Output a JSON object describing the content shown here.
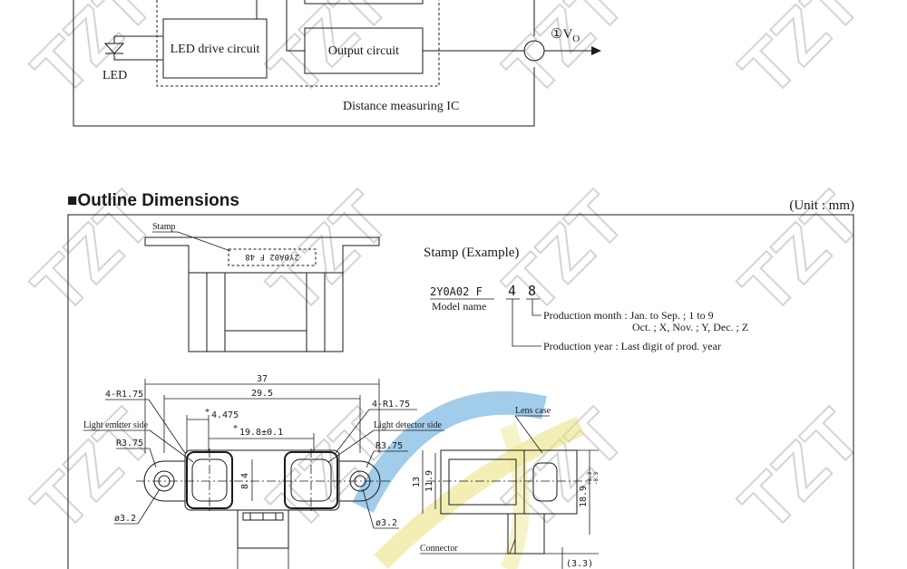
{
  "watermark": "TZT",
  "block_diagram": {
    "led_label": "LED",
    "led_drive_label": "LED drive circuit",
    "output_circuit_label": "Output circuit",
    "output_terminal_label": "①V",
    "output_terminal_sub": "O",
    "ic_label": "Distance measuring IC"
  },
  "section": {
    "title": "■Outline Dimensions",
    "unit": "(Unit : mm)"
  },
  "stamp_example": {
    "callout": "Stamp",
    "stamp_text": "2Y0A02 F 48",
    "title": "Stamp (Example)",
    "code": "2Y0A02 F",
    "year_digit": "4",
    "month_digit": "8",
    "model_name_label": "Model name",
    "production_month_line1": "Production month : Jan. to Sep. ; 1 to 9",
    "production_month_line2": "Oct. ; X, Nov. ; Y, Dec. ; Z",
    "production_year_label": "Production year : Last digit of prod. year"
  },
  "dimensions": {
    "overall_width": "37",
    "hole_spacing": "29.5",
    "offset": "4.475",
    "lens_spacing": "19.8±0.1",
    "corner_radius_left": "4-R1.75",
    "corner_radius_right": "4-R1.75",
    "emitter_side_label": "Light emitter side",
    "detector_side_label": "Light detector side",
    "flange_radius_left": "R3.75",
    "flange_radius_right": "R3.75",
    "hole_left": "ø3.2",
    "hole_right": "ø3.2",
    "lens_height": "8.4",
    "side_height": "13",
    "side_inner_height": "11.9",
    "lens_case_label": "Lens case",
    "side_total": "18.9",
    "side_tolerance_plus": "+0.3",
    "side_tolerance_minus": "-0.3",
    "connector_label": "Connector",
    "connector_height": "(3.3)",
    "asterisk": "*"
  }
}
